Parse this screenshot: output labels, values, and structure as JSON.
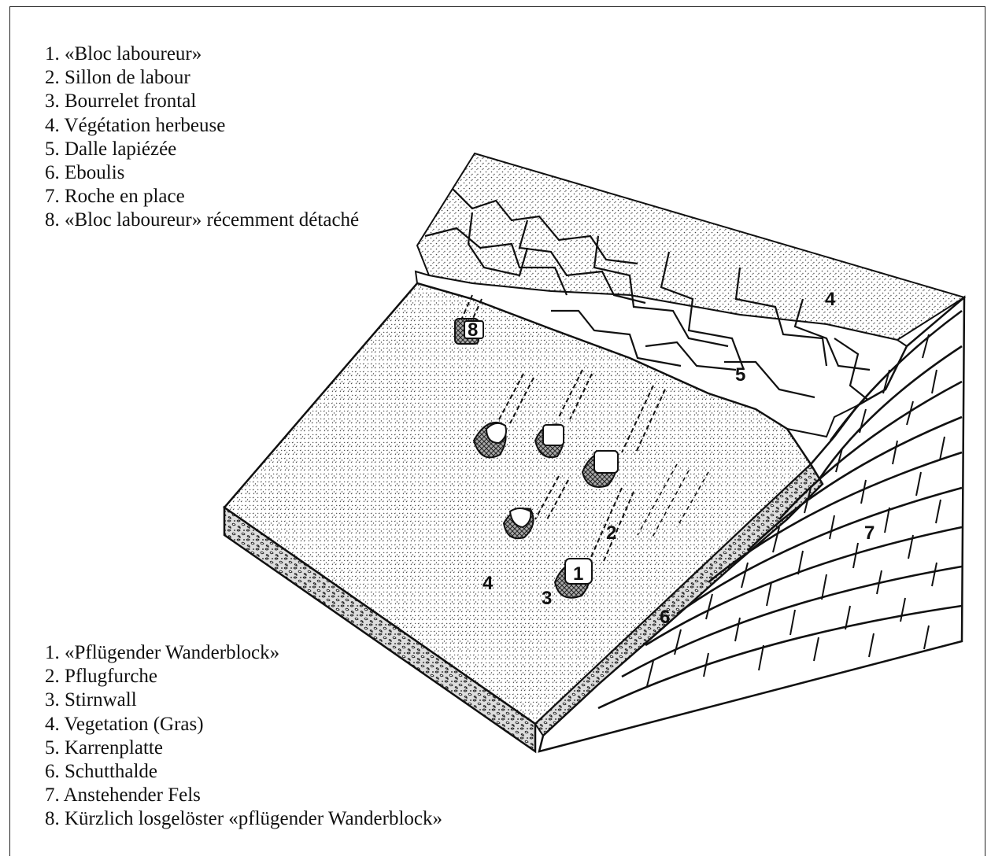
{
  "legend_fr": [
    "1. «Bloc laboureur»",
    "2. Sillon de labour",
    "3. Bourrelet frontal",
    "4. Végétation herbeuse",
    "5. Dalle lapiézée",
    "6. Eboulis",
    "7. Roche en place",
    "8. «Bloc laboureur» récemment détaché"
  ],
  "legend_de": [
    "1. «Pflügender Wanderblock»",
    "2. Pflugfurche",
    "3. Stirnwall",
    "4. Vegetation (Gras)",
    "5. Karrenplatte",
    "6. Schutthalde",
    "7. Anstehender Fels",
    "8. Kürzlich losgelöster «pflügender Wanderblock»"
  ],
  "diagram_labels": {
    "n1": "1",
    "n2": "2",
    "n3": "3",
    "n4_slope": "4",
    "n4_top": "4",
    "n5": "5",
    "n6": "6",
    "n7": "7",
    "n8": "8"
  },
  "colors": {
    "ink": "#111111",
    "paper": "#ffffff",
    "stipple": "#555555"
  }
}
